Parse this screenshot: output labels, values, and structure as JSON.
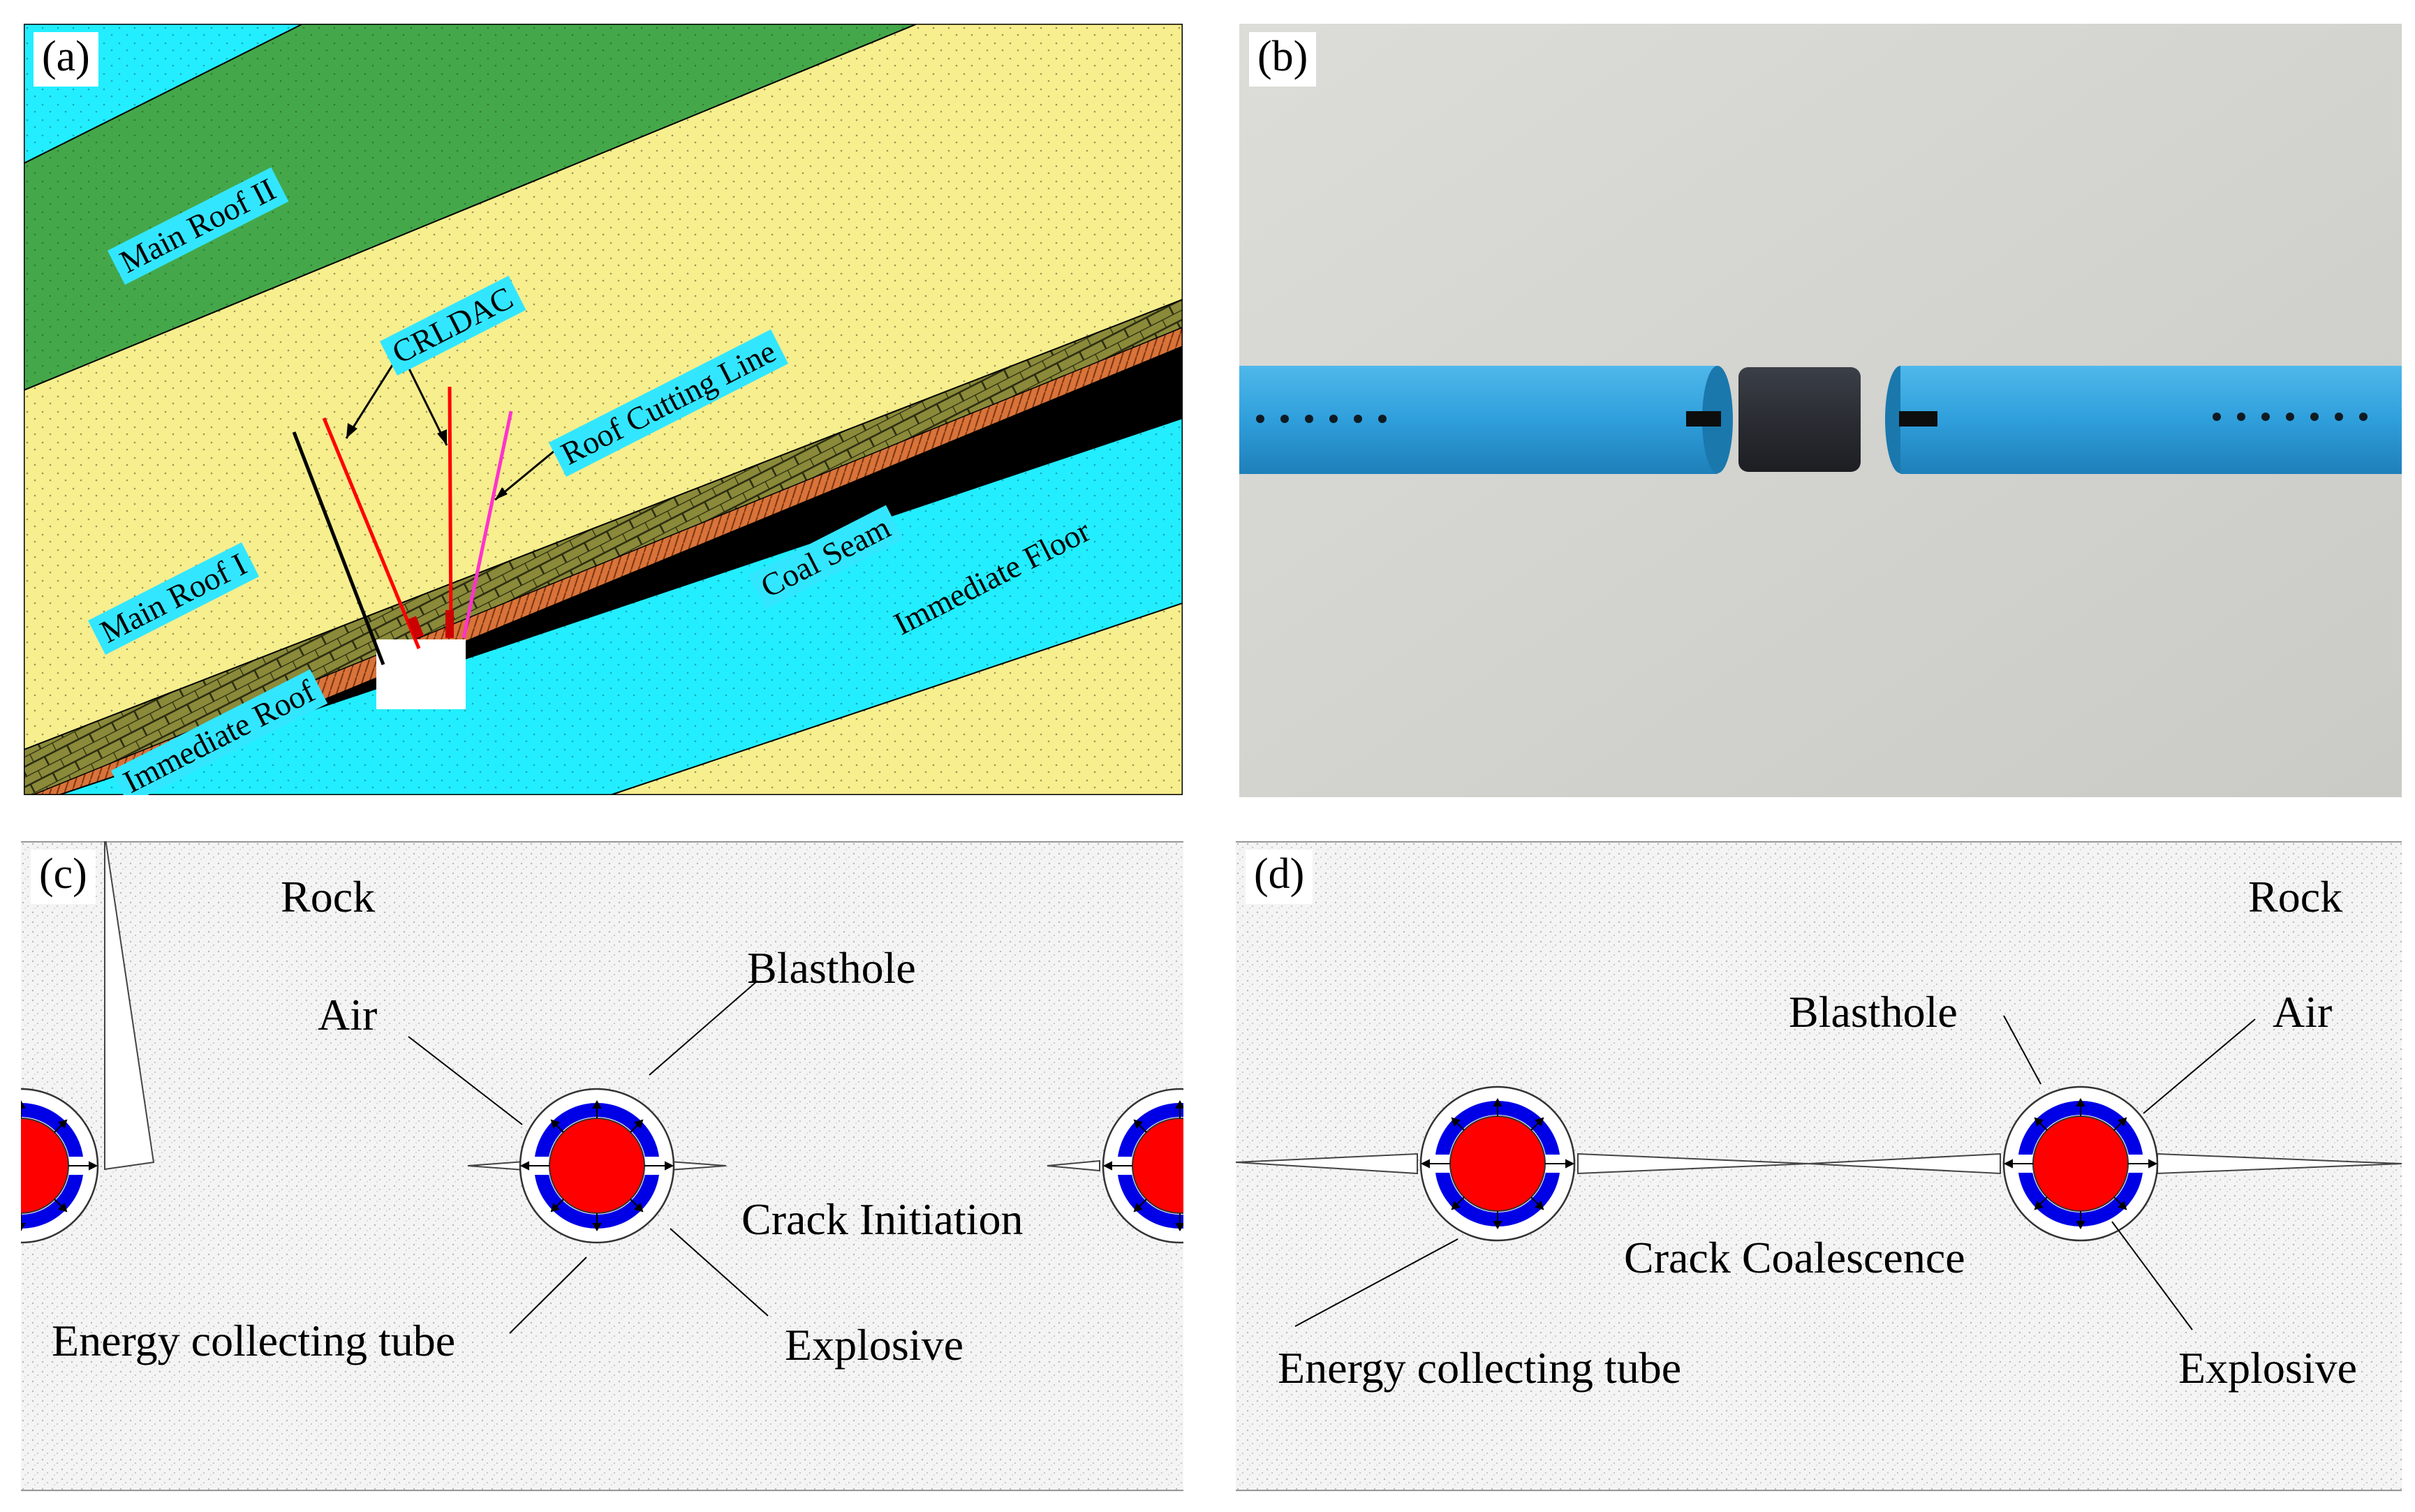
{
  "panel_a": {
    "label": "(a)",
    "layers": {
      "main_roof_2": "Main Roof II",
      "main_roof_1": "Main Roof I",
      "immediate_roof": "Immediate Roof",
      "coal_seam": "Coal Seam",
      "immediate_floor": "Immediate Floor"
    },
    "annotations": {
      "crldac": "CRLDAC",
      "roof_cutting_line": "Roof Cutting Line"
    },
    "colors": {
      "sandstone": "#f7ee8e",
      "main_roof_2": "#44a84a",
      "aquifer": "#22eeff",
      "coal": "#000000",
      "brick": "#8a8a3a",
      "orange_layer": "#d9733a",
      "crldac_lines": "#ff0000",
      "cutting_line": "#ff33cc",
      "label_bg": "#33e6ff"
    }
  },
  "panel_b": {
    "label": "(b)",
    "colors": {
      "tube": "#2fa6e0",
      "coupler": "#2a2d33",
      "background": "#d9d9d5"
    }
  },
  "panel_c": {
    "label": "(c)",
    "labels": {
      "rock": "Rock",
      "air": "Air",
      "blasthole": "Blasthole",
      "crack": "Crack Initiation",
      "tube": "Energy collecting tube",
      "explosive": "Explosive"
    }
  },
  "panel_d": {
    "label": "(d)",
    "labels": {
      "rock": "Rock",
      "blasthole": "Blasthole",
      "air": "Air",
      "crack": "Crack Coalescence",
      "tube": "Energy collecting tube",
      "explosive": "Explosive"
    }
  },
  "colors": {
    "explosive": "#ff0000",
    "tube": "#0000e6",
    "rock": "#f3f3f3"
  }
}
